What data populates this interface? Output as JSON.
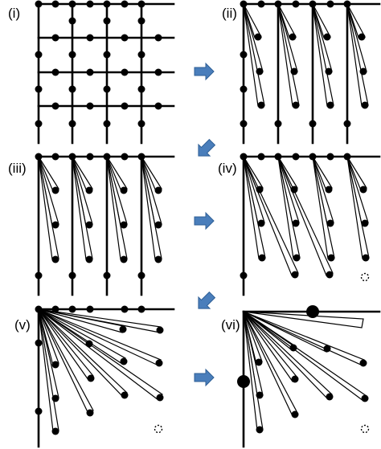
{
  "figure": {
    "panels": [
      {
        "id": "i",
        "label": "(i)"
      },
      {
        "id": "ii",
        "label": "(ii)"
      },
      {
        "id": "iii",
        "label": "(iii)"
      },
      {
        "id": "iv",
        "label": "(iv)"
      },
      {
        "id": "v",
        "label": "(v)"
      },
      {
        "id": "vi",
        "label": "(vi)"
      }
    ],
    "arrow_color": "#4a7ebb",
    "arrow_stroke": "#2f5f96",
    "line_color": "#000000"
  }
}
